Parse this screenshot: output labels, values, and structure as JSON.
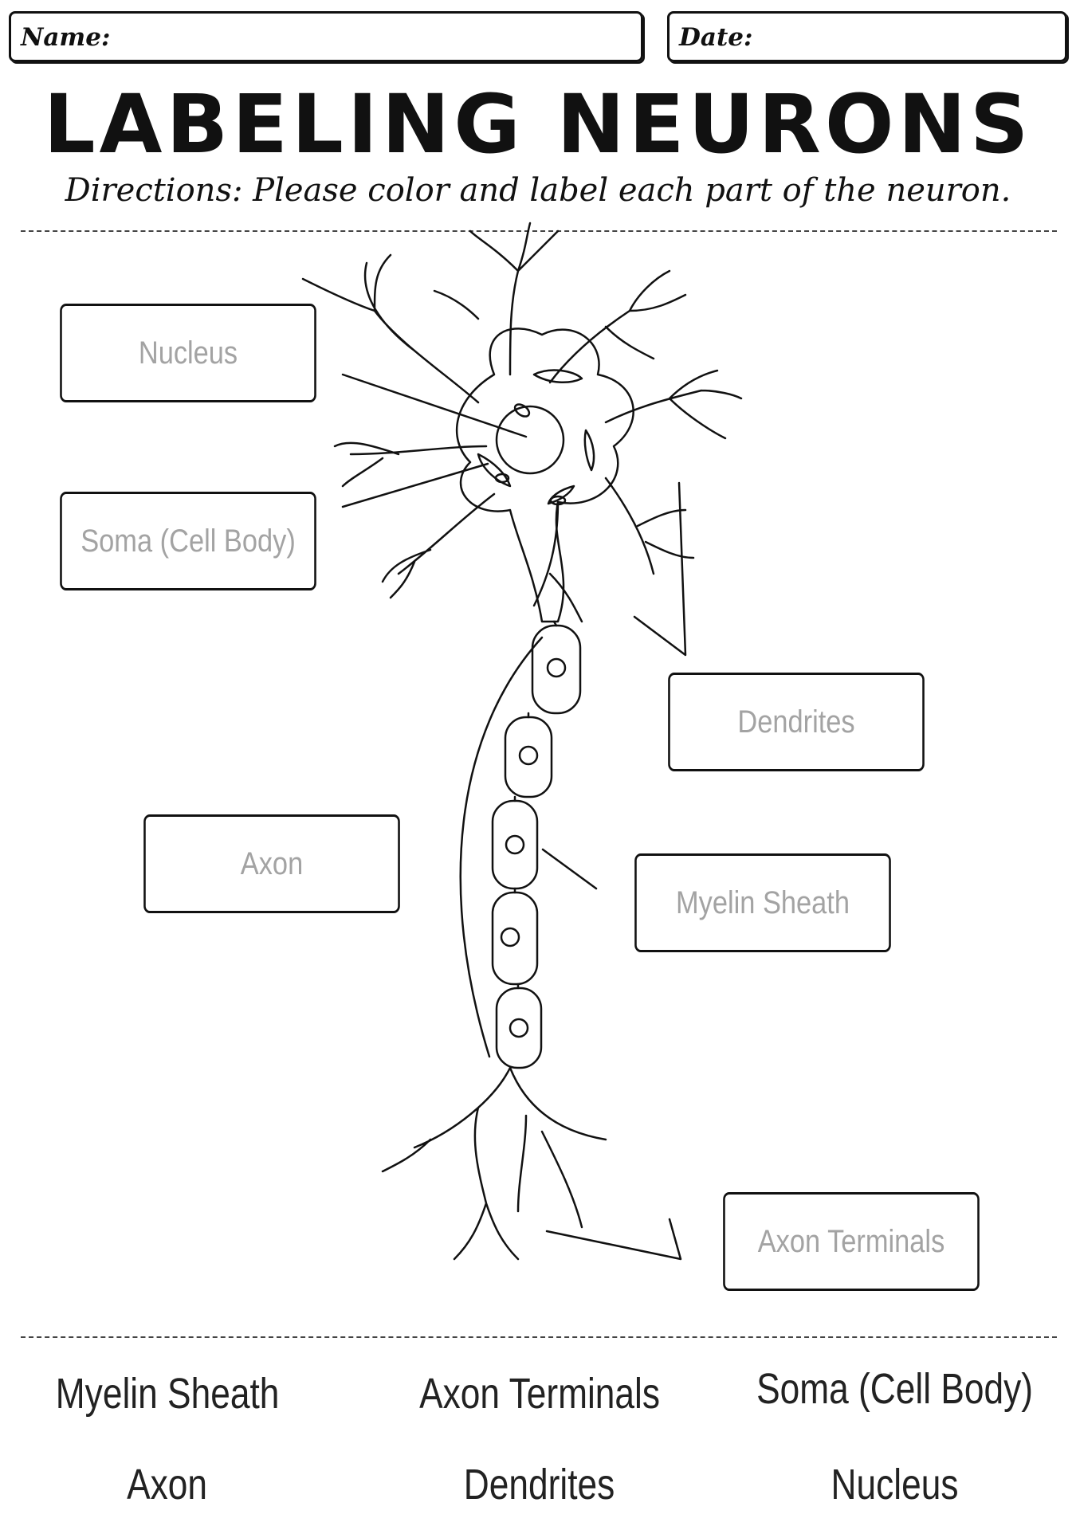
{
  "header": {
    "name_label": "Name:",
    "date_label": "Date:"
  },
  "title": "LABELING NEURONS",
  "directions": "Directions: Please color and label each part of the neuron.",
  "labels": {
    "nucleus": "Nucleus",
    "soma": "Soma (Cell Body)",
    "dendrites": "Dendrites",
    "axon": "Axon",
    "myelin": "Myelin Sheath",
    "terminals": "Axon Terminals"
  },
  "word_bank": [
    "Myelin Sheath",
    "Axon Terminals",
    "Soma (Cell Body)",
    "Axon",
    "Dendrites",
    "Nucleus"
  ]
}
